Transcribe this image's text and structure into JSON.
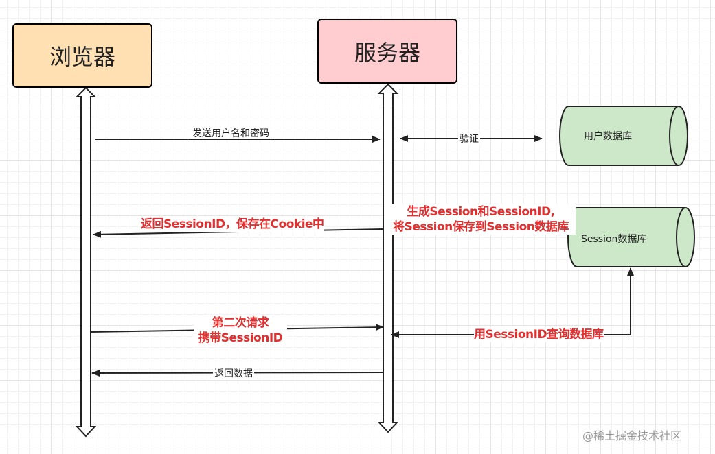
{
  "actors": {
    "browser": {
      "label": "浏览器",
      "fill": "#ffe0b3"
    },
    "server": {
      "label": "服务器",
      "fill": "#ffcccf"
    }
  },
  "databases": {
    "user_db": {
      "label": "用户数据库",
      "fill": "#cde8c9"
    },
    "session_db": {
      "label": "Session数据库",
      "fill": "#cde8c9"
    }
  },
  "messages": {
    "send_credentials": "发送用户名和密码",
    "verify": "验证",
    "create_session_line1": "生成Session和SessionID,",
    "create_session_line2": "将Session保存到Session数据库",
    "return_session_id": "返回SessionID，保存在Cookie中",
    "second_request_line1": "第二次请求",
    "second_request_line2": "携带SessionID",
    "query_db": "用SessionID查询数据库",
    "return_data": "返回数据"
  },
  "watermark": "@稀土掘金技术社区",
  "colors": {
    "highlight_text": "#e03030",
    "line": "#222222"
  }
}
